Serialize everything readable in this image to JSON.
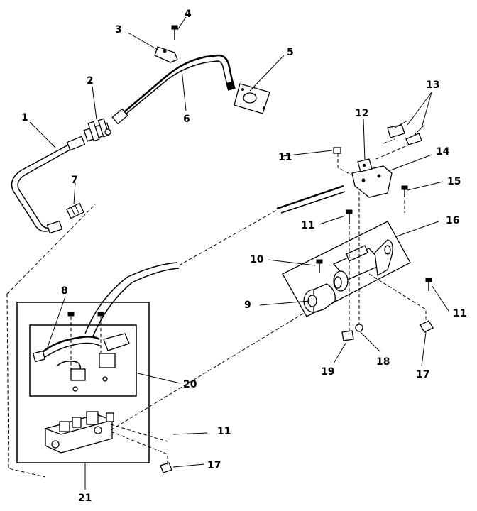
{
  "callouts": {
    "c1": "1",
    "c2": "2",
    "c3": "3",
    "c4": "4",
    "c5": "5",
    "c6": "6",
    "c7": "7",
    "c8": "8",
    "c9": "9",
    "c10": "10",
    "c11a": "11",
    "c11b": "11",
    "c11c": "11",
    "c11d": "11",
    "c12": "12",
    "c13": "13",
    "c14": "14",
    "c15": "15",
    "c16": "16",
    "c17a": "17",
    "c17b": "17",
    "c18": "18",
    "c19": "19",
    "c20": "20",
    "c21": "21"
  }
}
